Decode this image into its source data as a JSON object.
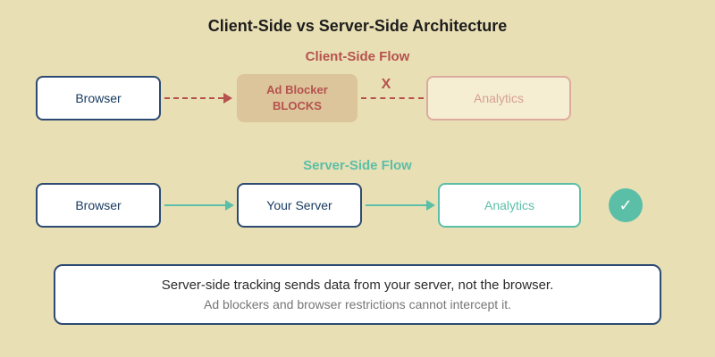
{
  "title": "Client-Side vs Server-Side Architecture",
  "client_flow": {
    "label": "Client-Side Flow",
    "browser_label": "Browser",
    "blocker_line1": "Ad Blocker",
    "blocker_line2": "BLOCKS",
    "x_mark": "X",
    "analytics_label": "Analytics"
  },
  "server_flow": {
    "label": "Server-Side Flow",
    "browser_label": "Browser",
    "server_label": "Your Server",
    "analytics_label": "Analytics",
    "check_mark": "✓"
  },
  "footer": {
    "line1": "Server-side tracking sends data from your server, not the browser.",
    "line2": "Ad blockers and browser restrictions cannot intercept it."
  },
  "colors": {
    "background": "#e9dfb4",
    "blocked_red": "#b5524e",
    "success_teal": "#5bbfa8",
    "node_border_blue": "#2d4a73",
    "faded_border": "#dcab9e"
  }
}
